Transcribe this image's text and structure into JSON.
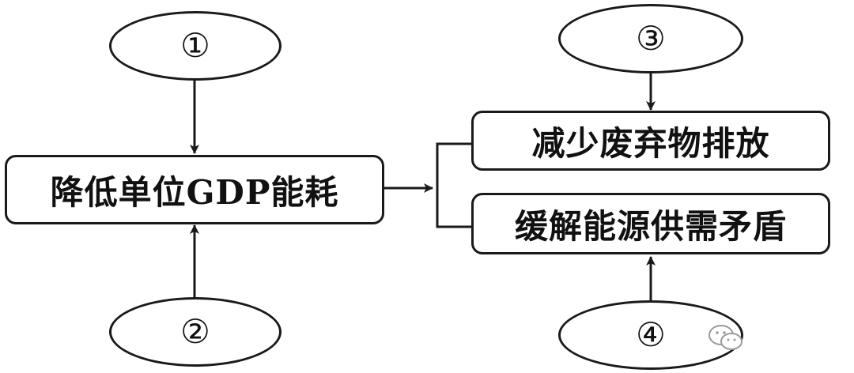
{
  "diagram": {
    "nodes": {
      "circle_1": "①",
      "circle_2": "②",
      "circle_3": "③",
      "circle_4": "④",
      "left_box": "降低单位GDP能耗",
      "right_top_box": "减少废弃物排放",
      "right_bottom_box": "缓解能源供需矛盾"
    },
    "edges": [
      {
        "from": "circle_1",
        "to": "left_box"
      },
      {
        "from": "circle_2",
        "to": "left_box"
      },
      {
        "from": "left_box",
        "to": "right_top_box"
      },
      {
        "from": "left_box",
        "to": "right_bottom_box"
      },
      {
        "from": "circle_3",
        "to": "right_top_box"
      },
      {
        "from": "circle_4",
        "to": "right_bottom_box"
      }
    ]
  },
  "colors": {
    "stroke": "#1a1a1a",
    "text": "#111111",
    "background": "#ffffff",
    "watermark": "#9a9a9a"
  },
  "icons": {
    "watermark": "wechat-logo-icon"
  }
}
